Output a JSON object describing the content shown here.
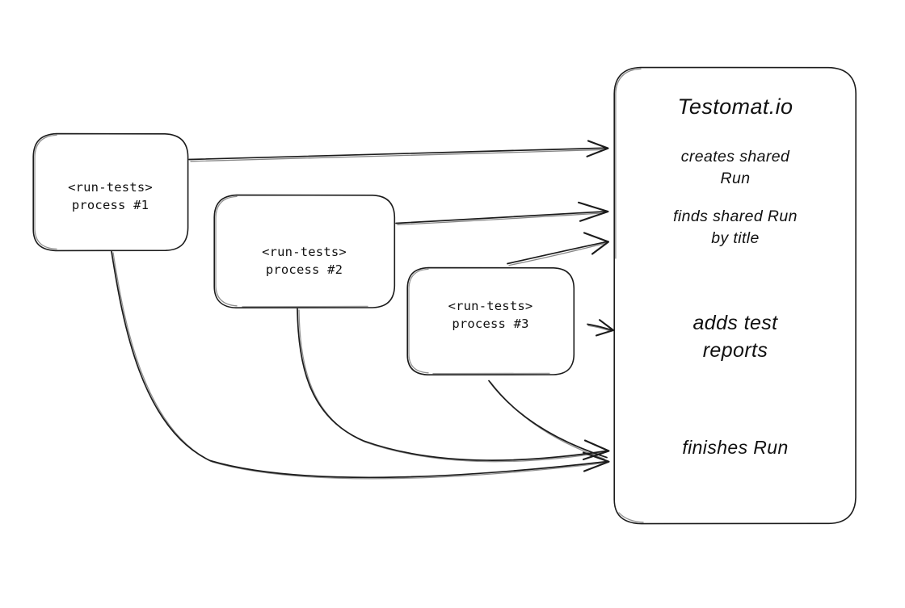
{
  "diagram": {
    "title_text": "Testomat.io",
    "theme": {
      "background": "#ffffff",
      "stroke": "#1b1b1b",
      "text": "#111111"
    },
    "panel": {
      "name": "Testomat.io",
      "title": "Testomat.io",
      "steps": [
        {
          "id": "creates-shared-run",
          "text": "creates shared\nRun"
        },
        {
          "id": "finds-shared-run-by-title",
          "text": "finds shared Run\nby title"
        },
        {
          "id": "adds-test-reports",
          "text": "adds test\nreports"
        },
        {
          "id": "finishes-run",
          "text": "finishes Run"
        }
      ]
    },
    "processes": [
      {
        "id": "process-1",
        "command": "<run-tests>",
        "label": "process #1",
        "text": "<run-tests>\nprocess #1"
      },
      {
        "id": "process-2",
        "command": "<run-tests>",
        "label": "process #2",
        "text": "<run-tests>\nprocess #2"
      },
      {
        "id": "process-3",
        "command": "<run-tests>",
        "label": "process #3",
        "text": "<run-tests>\nprocess #3"
      }
    ],
    "connections": [
      {
        "id": "p1-creates-run",
        "from": "process-1",
        "to": "creates-shared-run"
      },
      {
        "id": "p2-finds-run",
        "from": "process-2",
        "to": "finds-shared-run-by-title"
      },
      {
        "id": "p3-finds-run",
        "from": "process-3",
        "to": "finds-shared-run-by-title"
      },
      {
        "id": "p3-adds-reports",
        "from": "process-3",
        "to": "adds-test-reports"
      },
      {
        "id": "p1-finishes-run",
        "from": "process-1",
        "to": "finishes-run"
      },
      {
        "id": "p2-finishes-run",
        "from": "process-2",
        "to": "finishes-run"
      },
      {
        "id": "p3-finishes-run",
        "from": "process-3",
        "to": "finishes-run"
      }
    ]
  }
}
